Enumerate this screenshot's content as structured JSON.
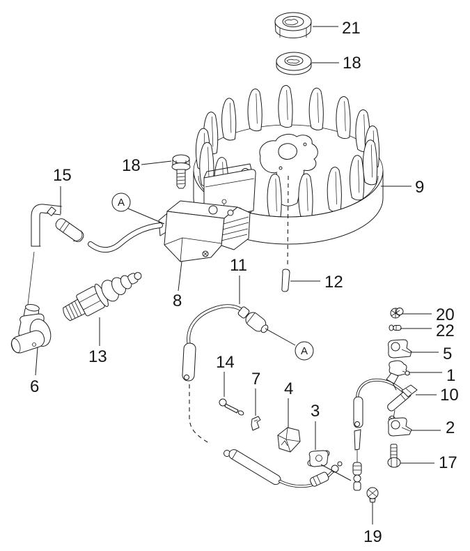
{
  "diagram": {
    "kind": "exploded-parts-diagram",
    "colors": {
      "background": "#ffffff",
      "line": "#1a1a1a",
      "label_text": "#161616"
    }
  },
  "callouts": {
    "c21": "21",
    "c18_washer": "18",
    "c9": "9",
    "c18_bolt": "18",
    "c15": "15",
    "c8": "8",
    "c11": "11",
    "c12": "12",
    "c14": "14",
    "c7": "7",
    "c4": "4",
    "c3": "3",
    "c20": "20",
    "c22": "22",
    "c5": "5",
    "c1": "1",
    "c10": "10",
    "c2": "2",
    "c17": "17",
    "c19": "19",
    "c6": "6",
    "c13": "13",
    "ref_a": "A"
  }
}
